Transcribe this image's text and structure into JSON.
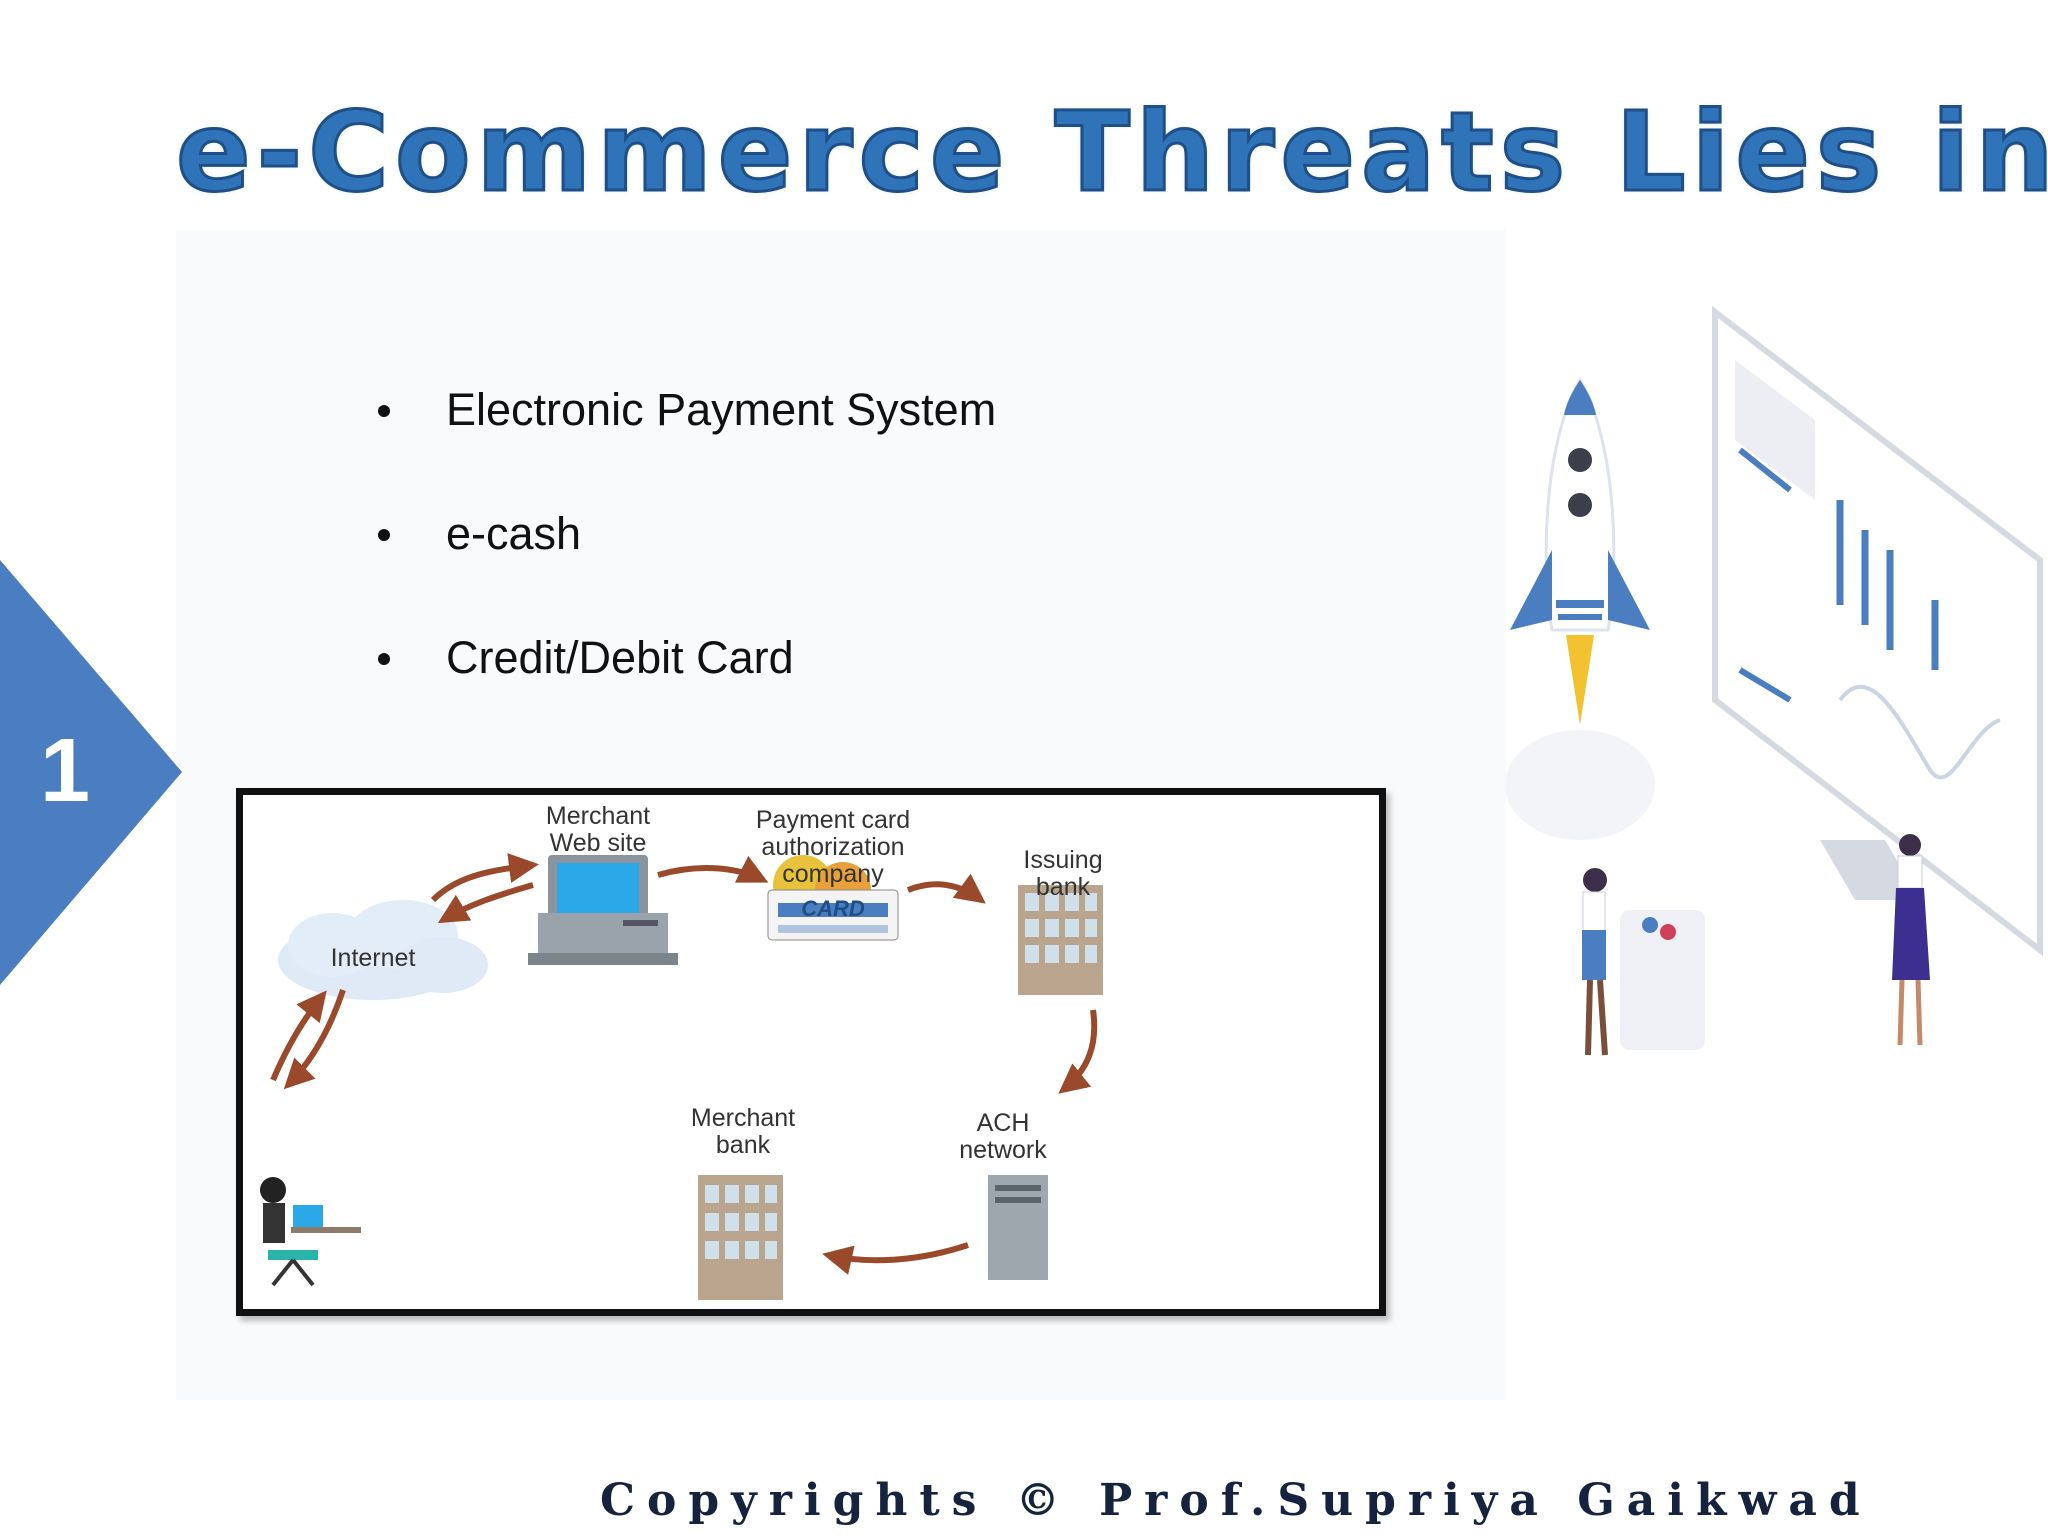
{
  "slide": {
    "title": "e-Commerce Threats Lies in",
    "number": "1",
    "bullets": [
      "Electronic Payment System",
      "e-cash",
      "Credit/Debit Card"
    ],
    "footer": "Copyrights © Prof.Supriya Gaikwad"
  },
  "diagram": {
    "labels": {
      "merchant_site": "Merchant\nWeb site",
      "payment_company": "Payment card\nauthorization\ncompany",
      "issuing_bank": "Issuing\nbank",
      "internet": "Internet",
      "merchant_bank": "Merchant\nbank",
      "ach_network": "ACH\nnetwork",
      "card_text": "CARD"
    }
  },
  "colors": {
    "title_blue": "#2f74b8",
    "badge_blue": "#4a7ec0",
    "arrow_brown": "#9a4a2a"
  }
}
